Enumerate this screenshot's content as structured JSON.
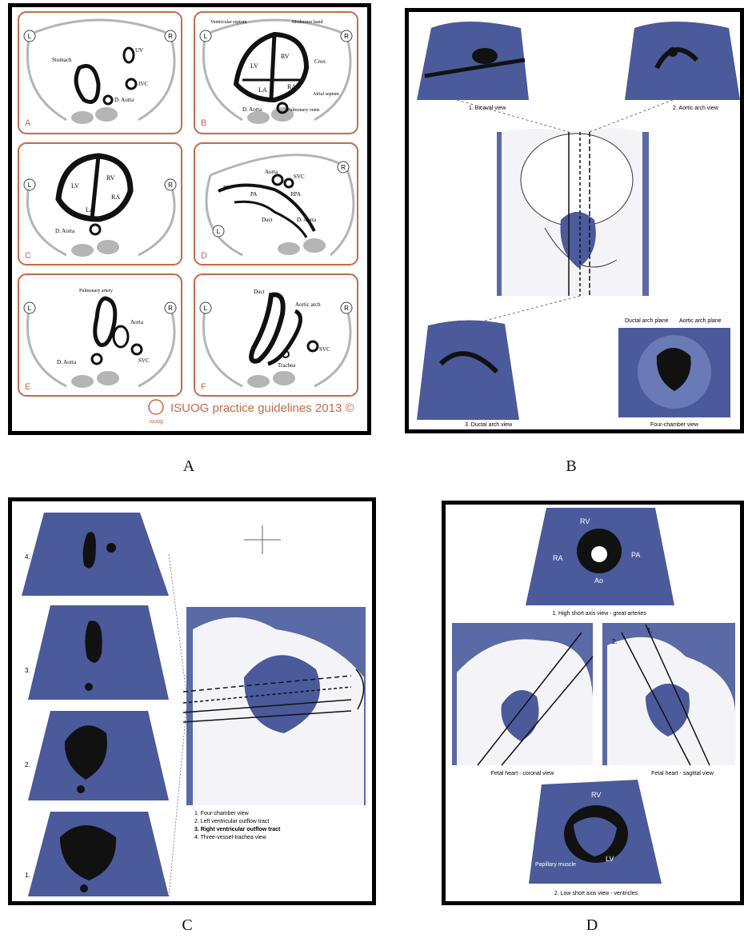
{
  "captions": {
    "a": "A",
    "b": "B",
    "c": "C",
    "d": "D"
  },
  "colors": {
    "accent": "#c9694a",
    "ultrasound": "#4a5a9a",
    "sketch_bg": "#5a6aa6",
    "bone": "#b5b5b5"
  },
  "panel_a": {
    "footer": "ISUOG practice guidelines 2013 ©",
    "logo_text": "isuog.",
    "sub_a": {
      "letter": "A",
      "left": "L",
      "right": "R",
      "labels": [
        "Stomach",
        "UV",
        "IVC",
        "D. Aorta"
      ]
    },
    "sub_b": {
      "letter": "B",
      "left": "L",
      "right": "R",
      "labels": [
        "Ventricular septum",
        "Moderator band",
        "RV",
        "LV",
        "Crux",
        "RA",
        "LA",
        "Atrial septum",
        "Pulmonary veins",
        "D. Aorta"
      ]
    },
    "sub_c": {
      "letter": "C",
      "left": "L",
      "right": "R",
      "labels": [
        "RV",
        "LV",
        "RA",
        "LA",
        "D. Aorta"
      ]
    },
    "sub_d": {
      "letter": "D",
      "left": "L",
      "right": "R",
      "labels": [
        "Aorta",
        "SVC",
        "RV",
        "PA",
        "RPA",
        "Duct",
        "D. Aorta"
      ]
    },
    "sub_e": {
      "letter": "E",
      "left": "L",
      "right": "R",
      "labels": [
        "Pulmonary artery",
        "Aorta",
        "SVC",
        "D. Aorta"
      ]
    },
    "sub_f": {
      "letter": "F",
      "left": "L",
      "right": "R",
      "labels": [
        "Duct",
        "Aortic arch",
        "SVC",
        "Trachea"
      ]
    }
  },
  "panel_b": {
    "views": [
      "1. Bicaval view",
      "2. Aortic arch view",
      "3. Ductal arch view",
      "Four-chamber view"
    ],
    "planes": [
      "Ductal arch plane",
      "Aortic arch plane"
    ]
  },
  "panel_c": {
    "legend": [
      "1. Four-chamber view",
      "2. Left ventricular outflow tract",
      "3. Right ventricular outflow tract",
      "4. Three-vessel-trachea view"
    ],
    "scan_numbers": [
      "4.",
      "3.",
      "2.",
      "1."
    ]
  },
  "panel_d": {
    "views": [
      "1. High short axis view - great arteries",
      "Fetal heart - coronal view",
      "Fetal heart - sagittal view",
      "2. Low short axis view - ventricles"
    ],
    "labels": [
      "RV",
      "PA",
      "RA",
      "Ao",
      "LV",
      "Papillary muscle"
    ],
    "plane_numbers": [
      "1.",
      "2."
    ]
  }
}
